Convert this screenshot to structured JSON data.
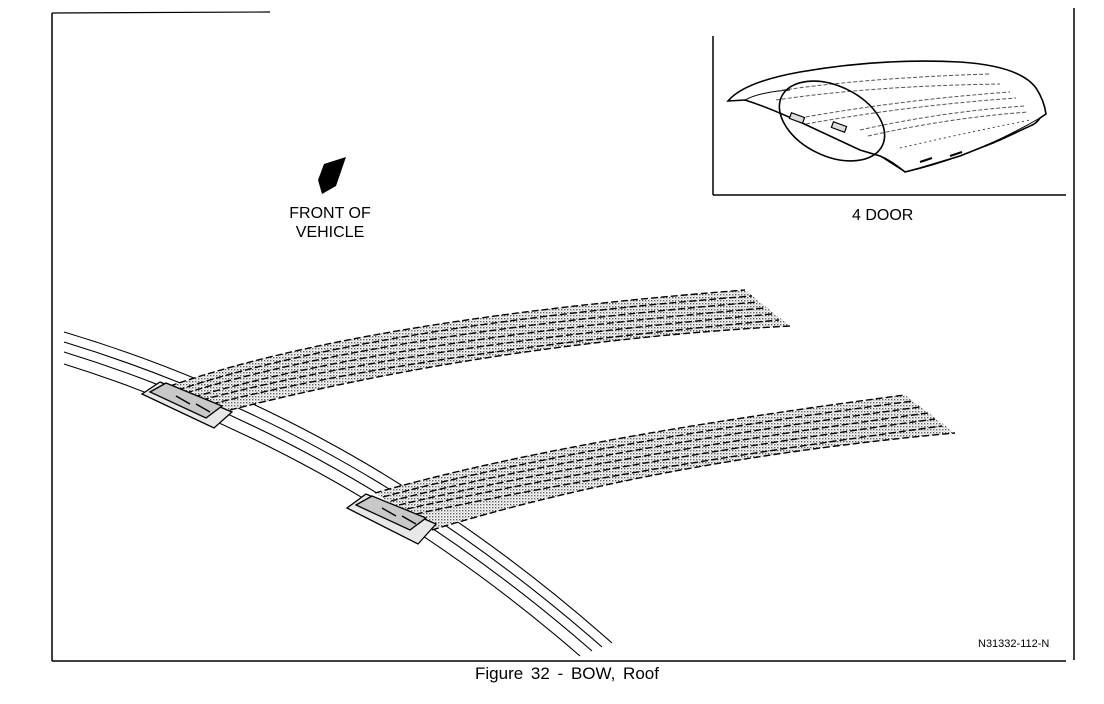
{
  "labels": {
    "front_line1": "FRONT OF",
    "front_line2": "VEHICLE",
    "inset": "4 DOOR",
    "code": "N31332-112-N"
  },
  "caption": "Figure 32 - BOW, Roof",
  "colors": {
    "ink": "#000000",
    "paper": "#ffffff",
    "tape": "#b8b8b8"
  },
  "icons": {
    "direction": "front-arrow-icon"
  }
}
